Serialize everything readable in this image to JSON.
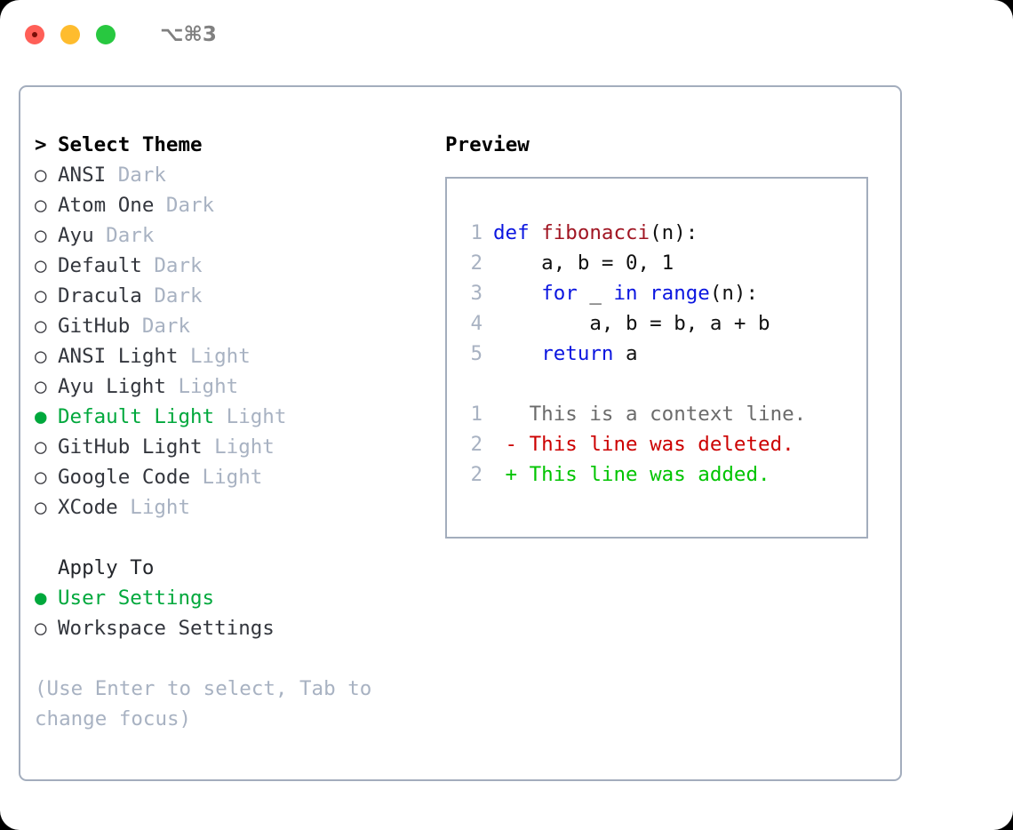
{
  "titlebar": {
    "shortcut": "⌥⌘3",
    "dots": [
      {
        "name": "close-button",
        "color": "#ff5f57"
      },
      {
        "name": "minimize-button",
        "color": "#febc2e"
      },
      {
        "name": "maximize-button",
        "color": "#28c840"
      }
    ]
  },
  "theme_picker": {
    "heading": "Select Theme",
    "caret": ">",
    "bullet_selected": "●",
    "bullet_unselected": "○",
    "items": [
      {
        "name": "ANSI",
        "tag": "Dark",
        "selected": false
      },
      {
        "name": "Atom One",
        "tag": "Dark",
        "selected": false
      },
      {
        "name": "Ayu",
        "tag": "Dark",
        "selected": false
      },
      {
        "name": "Default",
        "tag": "Dark",
        "selected": false
      },
      {
        "name": "Dracula",
        "tag": "Dark",
        "selected": false
      },
      {
        "name": "GitHub",
        "tag": "Dark",
        "selected": false
      },
      {
        "name": "ANSI Light",
        "tag": "Light",
        "selected": false
      },
      {
        "name": "Ayu Light",
        "tag": "Light",
        "selected": false
      },
      {
        "name": "Default Light",
        "tag": "Light",
        "selected": true
      },
      {
        "name": "GitHub Light",
        "tag": "Light",
        "selected": false
      },
      {
        "name": "Google Code",
        "tag": "Light",
        "selected": false
      },
      {
        "name": "XCode",
        "tag": "Light",
        "selected": false
      }
    ]
  },
  "apply_to": {
    "heading": "Apply To",
    "items": [
      {
        "name": "User Settings",
        "selected": true
      },
      {
        "name": "Workspace Settings",
        "selected": false
      }
    ]
  },
  "hint": "(Use Enter to select, Tab to change focus)",
  "preview": {
    "title": "Preview",
    "code_lines": [
      {
        "num": "1",
        "tokens": [
          {
            "t": "def ",
            "k": "kw"
          },
          {
            "t": "fibonacci",
            "k": "fn"
          },
          {
            "t": "(n):",
            "k": "plain"
          }
        ]
      },
      {
        "num": "2",
        "tokens": [
          {
            "t": "    a, b = 0, 1",
            "k": "plain"
          }
        ]
      },
      {
        "num": "3",
        "tokens": [
          {
            "t": "    ",
            "k": "plain"
          },
          {
            "t": "for",
            "k": "kw"
          },
          {
            "t": " _ ",
            "k": "plain"
          },
          {
            "t": "in",
            "k": "kw"
          },
          {
            "t": " ",
            "k": "plain"
          },
          {
            "t": "range",
            "k": "kw"
          },
          {
            "t": "(n):",
            "k": "plain"
          }
        ]
      },
      {
        "num": "4",
        "tokens": [
          {
            "t": "        a, b = b, a + b",
            "k": "plain"
          }
        ]
      },
      {
        "num": "5",
        "tokens": [
          {
            "t": "    ",
            "k": "plain"
          },
          {
            "t": "return",
            "k": "kw"
          },
          {
            "t": " a",
            "k": "plain"
          }
        ]
      }
    ],
    "diff_lines": [
      {
        "num": "1",
        "marker": " ",
        "text": "This is a context line.",
        "kind": "diff-ctx"
      },
      {
        "num": "2",
        "marker": "-",
        "text": "This line was deleted.",
        "kind": "diff-del"
      },
      {
        "num": "2",
        "marker": "+",
        "text": "This line was added.",
        "kind": "diff-add"
      }
    ]
  },
  "colors": {
    "accent_green": "#00a83c",
    "diff_add": "#00c400",
    "diff_del": "#cc0000",
    "keyword_blue": "#0b16e0",
    "function_red": "#a01522",
    "muted": "#a8b2c2",
    "border": "#a3adbd"
  }
}
